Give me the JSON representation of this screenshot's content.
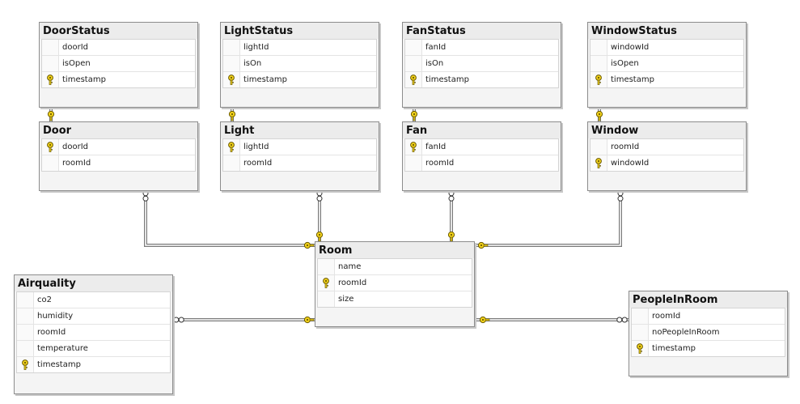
{
  "tables": [
    {
      "id": "DoorStatus",
      "name": "DoorStatus",
      "columns": [
        {
          "name": "doorId",
          "pk": false
        },
        {
          "name": "isOpen",
          "pk": false
        },
        {
          "name": "timestamp",
          "pk": true
        }
      ]
    },
    {
      "id": "LightStatus",
      "name": "LightStatus",
      "columns": [
        {
          "name": "lightId",
          "pk": false
        },
        {
          "name": "isOn",
          "pk": false
        },
        {
          "name": "timestamp",
          "pk": true
        }
      ]
    },
    {
      "id": "FanStatus",
      "name": "FanStatus",
      "columns": [
        {
          "name": "fanId",
          "pk": false
        },
        {
          "name": "isOn",
          "pk": false
        },
        {
          "name": "timestamp",
          "pk": true
        }
      ]
    },
    {
      "id": "WindowStatus",
      "name": "WindowStatus",
      "columns": [
        {
          "name": "windowId",
          "pk": false
        },
        {
          "name": "isOpen",
          "pk": false
        },
        {
          "name": "timestamp",
          "pk": true
        }
      ]
    },
    {
      "id": "Door",
      "name": "Door",
      "columns": [
        {
          "name": "doorId",
          "pk": true
        },
        {
          "name": "roomId",
          "pk": false
        }
      ]
    },
    {
      "id": "Light",
      "name": "Light",
      "columns": [
        {
          "name": "lightId",
          "pk": true
        },
        {
          "name": "roomId",
          "pk": false
        }
      ]
    },
    {
      "id": "Fan",
      "name": "Fan",
      "columns": [
        {
          "name": "fanId",
          "pk": true
        },
        {
          "name": "roomId",
          "pk": false
        }
      ]
    },
    {
      "id": "Window",
      "name": "Window",
      "columns": [
        {
          "name": "roomId",
          "pk": false
        },
        {
          "name": "windowId",
          "pk": true
        }
      ]
    },
    {
      "id": "Room",
      "name": "Room",
      "columns": [
        {
          "name": "name",
          "pk": false
        },
        {
          "name": "roomId",
          "pk": true
        },
        {
          "name": "size",
          "pk": false
        }
      ]
    },
    {
      "id": "Airquality",
      "name": "Airquality",
      "columns": [
        {
          "name": "co2",
          "pk": false
        },
        {
          "name": "humidity",
          "pk": false
        },
        {
          "name": "roomId",
          "pk": false
        },
        {
          "name": "temperature",
          "pk": false
        },
        {
          "name": "timestamp",
          "pk": true
        }
      ]
    },
    {
      "id": "PeopleInRoom",
      "name": "PeopleInRoom",
      "columns": [
        {
          "name": "roomId",
          "pk": false
        },
        {
          "name": "noPeopleInRoom",
          "pk": false
        },
        {
          "name": "timestamp",
          "pk": true
        }
      ]
    }
  ],
  "relationships": [
    {
      "from": "Door",
      "to": "DoorStatus"
    },
    {
      "from": "Light",
      "to": "LightStatus"
    },
    {
      "from": "Fan",
      "to": "FanStatus"
    },
    {
      "from": "Window",
      "to": "WindowStatus"
    },
    {
      "from": "Door",
      "to": "Room"
    },
    {
      "from": "Light",
      "to": "Room"
    },
    {
      "from": "Fan",
      "to": "Room"
    },
    {
      "from": "Window",
      "to": "Room"
    },
    {
      "from": "Airquality",
      "to": "Room"
    },
    {
      "from": "PeopleInRoom",
      "to": "Room"
    }
  ],
  "icons": {
    "primary_key": "key-icon",
    "one_end": "key-icon",
    "many_end": "infinity-icon"
  },
  "colors": {
    "key": "#f2d21b",
    "key_outline": "#6b5a00",
    "line": "#7a7a7a"
  }
}
